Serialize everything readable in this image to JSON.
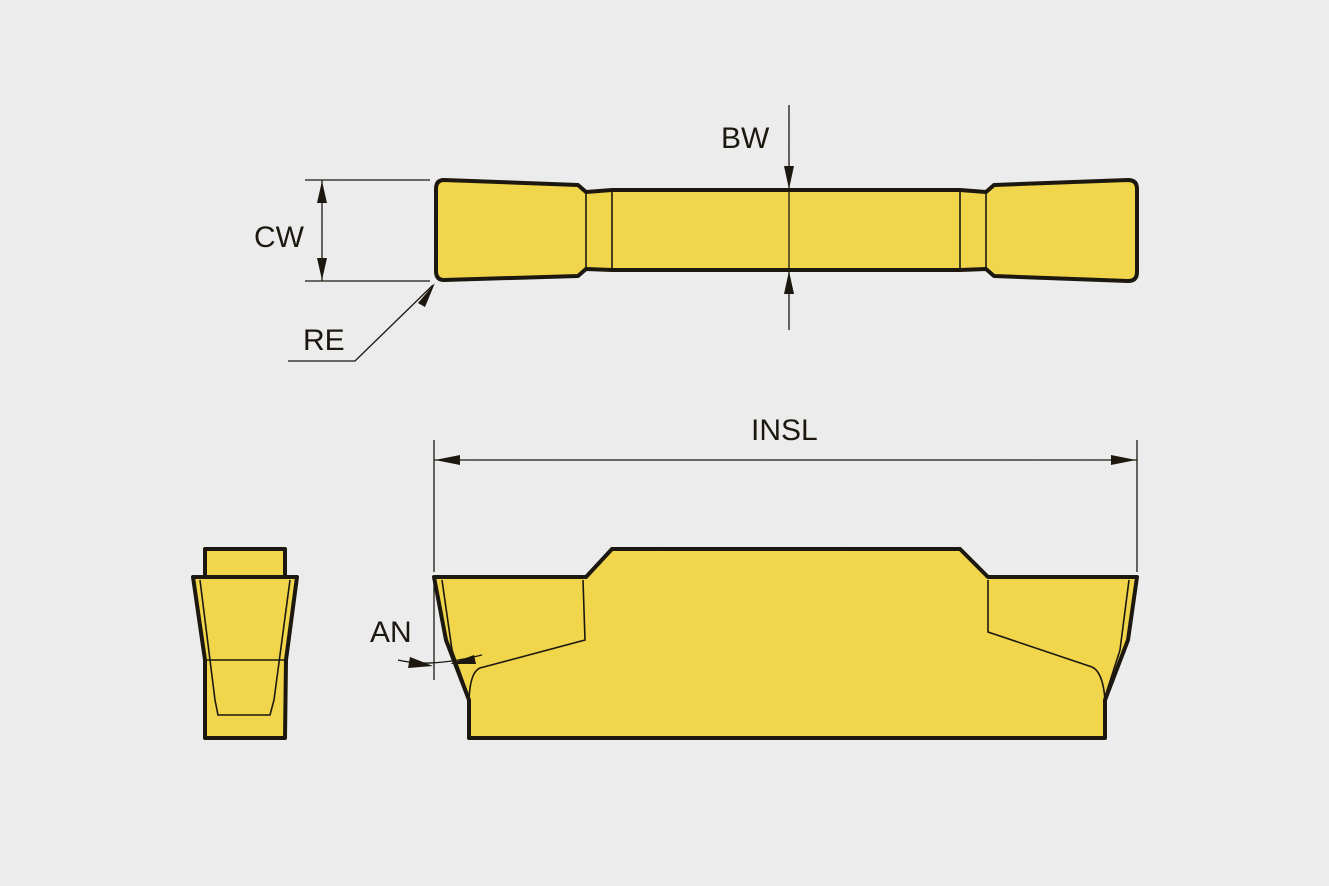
{
  "labels": {
    "bw": "BW",
    "cw": "CW",
    "re": "RE",
    "insl": "INSL",
    "an": "AN"
  },
  "colors": {
    "insert_fill": "#f1d54a",
    "outline": "#1c1810",
    "background": "#efefef"
  }
}
